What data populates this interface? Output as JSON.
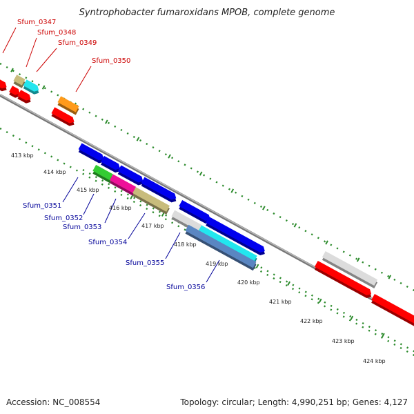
{
  "title": "Syntrophobacter fumaroxidans MPOB, complete genome",
  "footer": {
    "accession": "Accession: NC_008554",
    "summary": "Topology: circular; Length: 4,990,251 bp; Genes: 4,127"
  },
  "colors": {
    "top_label": "#cc0000",
    "bottom_label": "#000099",
    "tick": "#2b8a2b",
    "backbone": "#888888",
    "red": "#ff0000",
    "blue": "#0000ee",
    "tan": "#c8bc7c",
    "cyan": "#22e6ee",
    "orange": "#ff9a1a",
    "green": "#33cc33",
    "magenta": "#ee1199",
    "navy": "#000066",
    "steel": "#5a86c2",
    "light": "#dcdcdc"
  },
  "scale": {
    "labels": [
      "413 kbp",
      "414 kbp",
      "415 kbp",
      "416 kbp",
      "417 kbp",
      "418 kbp",
      "419 kbp",
      "420 kbp",
      "421 kbp",
      "422 kbp",
      "423 kbp",
      "424 kbp"
    ]
  },
  "gene_labels_top": [
    "Sfum_0347",
    "Sfum_0348",
    "Sfum_0349",
    "Sfum_0350"
  ],
  "gene_labels_bottom": [
    "Sfum_0351",
    "Sfum_0352",
    "Sfum_0353",
    "Sfum_0354",
    "Sfum_0355",
    "Sfum_0356"
  ]
}
